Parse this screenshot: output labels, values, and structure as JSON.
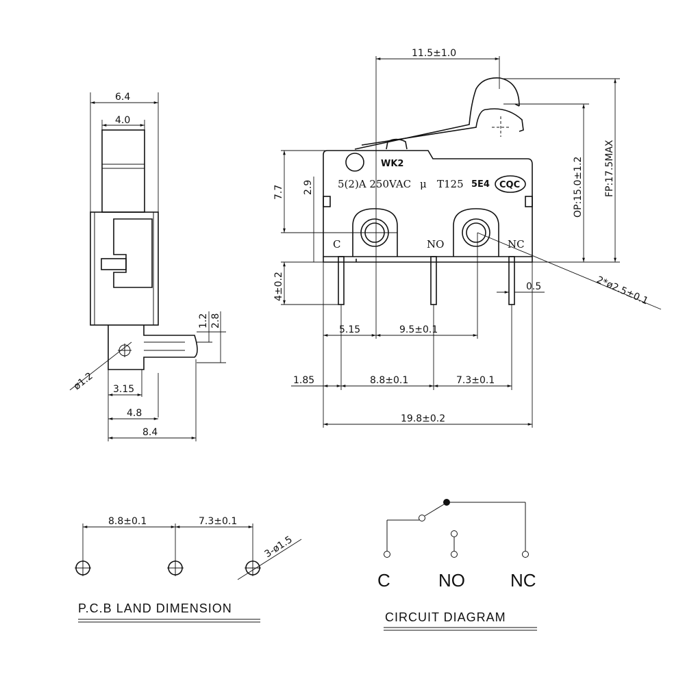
{
  "side_view": {
    "dims": {
      "width_total": "6.4",
      "width_inner": "4.0",
      "tab_thickness_a": "1.2",
      "tab_thickness_b": "2.8",
      "hole_dia": "ø1.2",
      "hole_offset": "3.15",
      "len_a": "4.8",
      "len_b": "8.4"
    }
  },
  "front_view": {
    "model": "WK2",
    "rating": "5(2)A  250VAC",
    "micro_symbol": "μ",
    "temp": "T125",
    "cycles": "5E4",
    "cert_logo": "CQC",
    "terminal_c": "C",
    "terminal_no": "NO",
    "terminal_nc": "NC",
    "dims": {
      "lever_offset": "11.5±1.0",
      "height_7_7": "7.7",
      "height_2_9": "2.9",
      "op": "OP:15.0±1.2",
      "fp": "FP:17.5MAX",
      "terminal_len": "4±0.2",
      "terminal_w": "0.5",
      "holes": "2*ø2.5±0.1",
      "d_5_15": "5.15",
      "d_9_5": "9.5±0.1",
      "d_1_85": "1.85",
      "d_8_8": "8.8±0.1",
      "d_7_3": "7.3±0.1",
      "overall": "19.8±0.2"
    }
  },
  "pcb": {
    "d_8_8": "8.8±0.1",
    "d_7_3": "7.3±0.1",
    "holes": "3-ø1.5",
    "title": "P.C.B LAND DIMENSION"
  },
  "circuit": {
    "label_c": "C",
    "label_no": "NO",
    "label_nc": "NC",
    "title": "CIRCUIT DIAGRAM"
  }
}
